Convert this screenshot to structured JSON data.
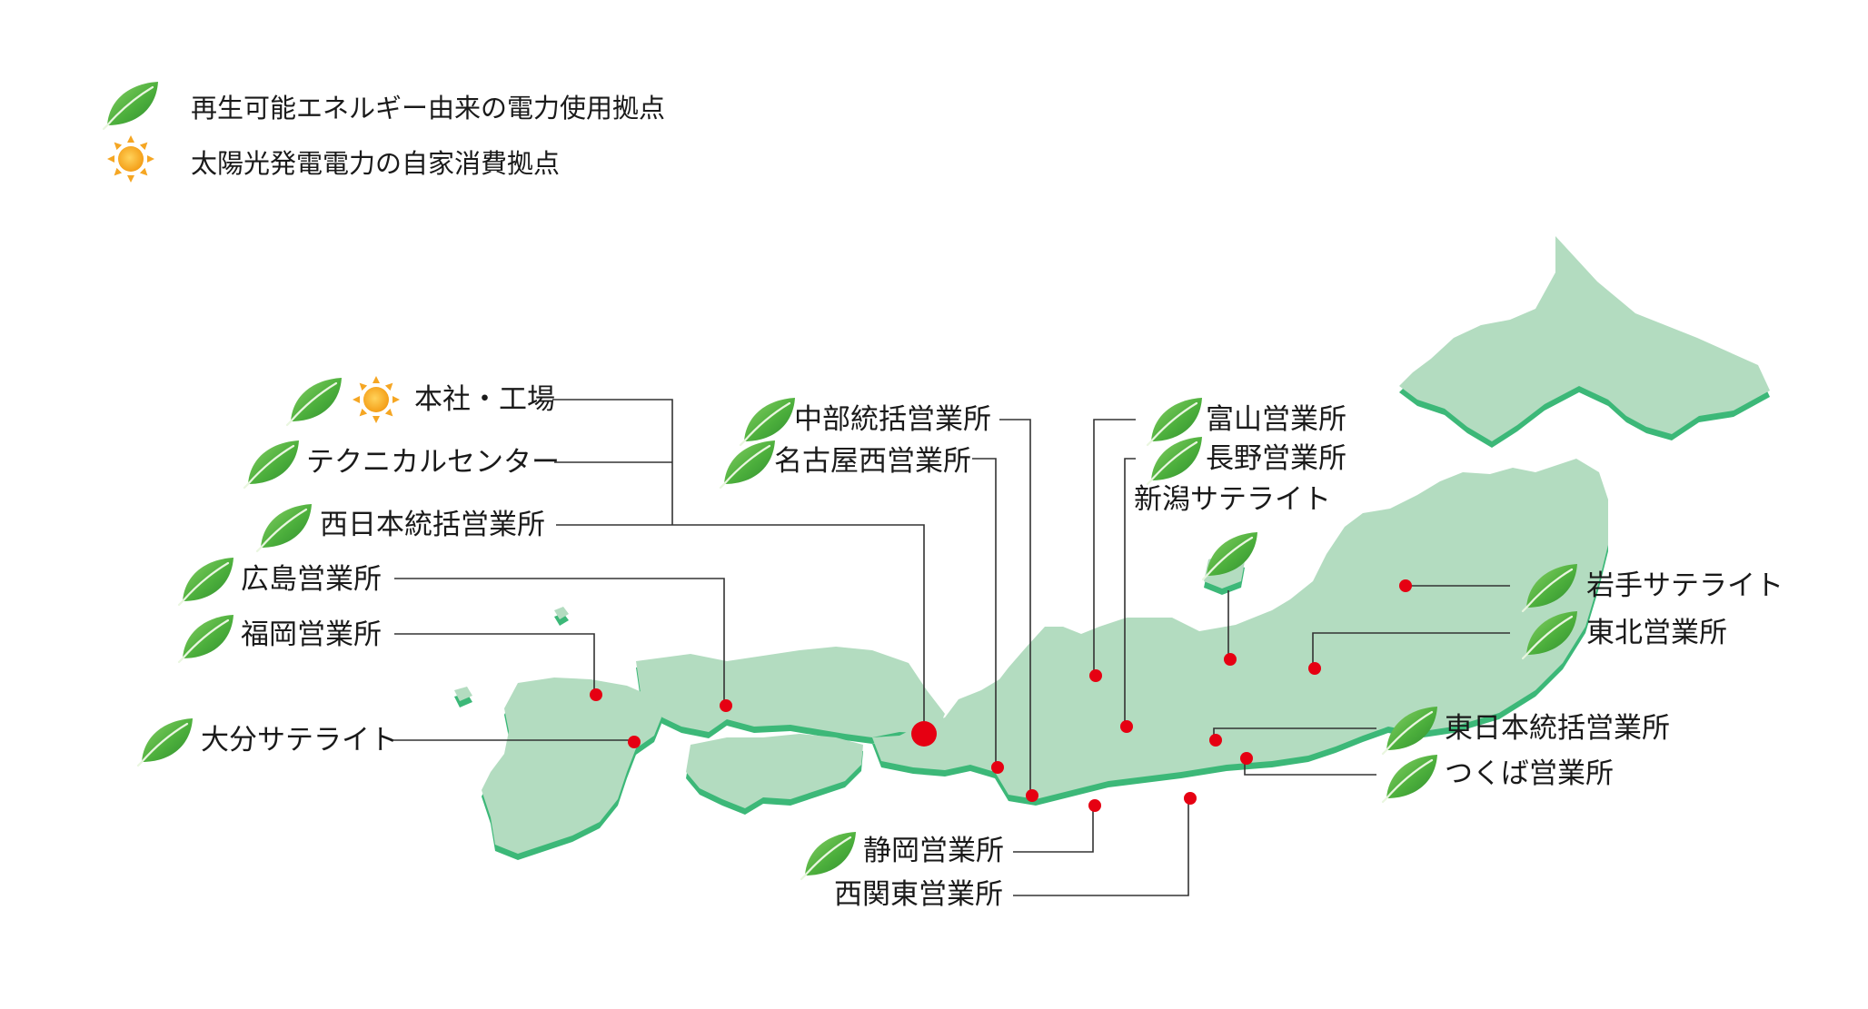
{
  "legend": {
    "renewable": {
      "label": "再生可能エネルギー由来の電力使用拠点",
      "icon": "leaf-icon"
    },
    "solar": {
      "label": "太陽光発電電力の自家消費拠点",
      "icon": "sun-icon"
    }
  },
  "sites": [
    {
      "id": "honsha",
      "label": "本社・工場",
      "renewable": true,
      "solar": true
    },
    {
      "id": "technical-center",
      "label": "テクニカルセンター",
      "renewable": true,
      "solar": false
    },
    {
      "id": "nishinihon",
      "label": "西日本統括営業所",
      "renewable": true,
      "solar": false
    },
    {
      "id": "hiroshima",
      "label": "広島営業所",
      "renewable": true,
      "solar": false
    },
    {
      "id": "fukuoka",
      "label": "福岡営業所",
      "renewable": true,
      "solar": false
    },
    {
      "id": "oita",
      "label": "大分サテライト",
      "renewable": true,
      "solar": false
    },
    {
      "id": "chubu",
      "label": "中部統括営業所",
      "renewable": true,
      "solar": false
    },
    {
      "id": "nagoya-nishi",
      "label": "名古屋西営業所",
      "renewable": true,
      "solar": false
    },
    {
      "id": "toyama",
      "label": "富山営業所",
      "renewable": true,
      "solar": false
    },
    {
      "id": "nagano",
      "label": "長野営業所",
      "renewable": true,
      "solar": false
    },
    {
      "id": "niigata",
      "label": "新潟サテライト",
      "renewable": true,
      "solar": false
    },
    {
      "id": "iwate",
      "label": "岩手サテライト",
      "renewable": true,
      "solar": false
    },
    {
      "id": "tohoku",
      "label": "東北営業所",
      "renewable": true,
      "solar": false
    },
    {
      "id": "higashinihon",
      "label": "東日本統括営業所",
      "renewable": true,
      "solar": false
    },
    {
      "id": "tsukuba",
      "label": "つくば営業所",
      "renewable": true,
      "solar": false
    },
    {
      "id": "shizuoka",
      "label": "静岡営業所",
      "renewable": true,
      "solar": false
    },
    {
      "id": "nishikanto",
      "label": "西関東営業所",
      "renewable": false,
      "solar": false
    }
  ],
  "colors": {
    "land": "#b3dcc0",
    "land_edge": "#3cb878",
    "marker": "#e60012",
    "leader": "#333333",
    "leaf": "#4caf3c",
    "sun": "#f5a623"
  }
}
